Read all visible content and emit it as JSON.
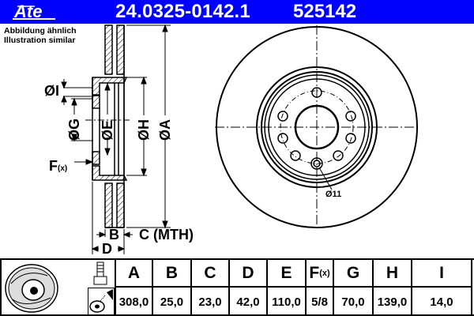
{
  "header": {
    "brand": "Ate",
    "part_number": "24.0325-0142.1",
    "reference_number": "525142",
    "background_color": "#0000ff"
  },
  "caption": {
    "line_de": "Abbildung ähnlich",
    "line_en": "Illustration similar"
  },
  "drawing": {
    "labels": {
      "dia_I": "ØI",
      "dia_G": "ØG",
      "dia_E": "ØE",
      "dia_H": "ØH",
      "dia_A": "ØA",
      "F": "F",
      "F_sub": "(x)",
      "B": "B",
      "C": "C (MTH)",
      "D": "D",
      "hole_dia": "Ø11"
    }
  },
  "table": {
    "columns": [
      {
        "key": "A",
        "label": "A",
        "value": "308,0"
      },
      {
        "key": "B",
        "label": "B",
        "value": "25,0"
      },
      {
        "key": "C",
        "label": "C",
        "value": "23,0"
      },
      {
        "key": "D",
        "label": "D",
        "value": "42,0"
      },
      {
        "key": "E",
        "label": "E",
        "value": "110,0"
      },
      {
        "key": "F",
        "label": "F",
        "sub": "(x)",
        "value": "5/8"
      },
      {
        "key": "G",
        "label": "G",
        "value": "70,0"
      },
      {
        "key": "H",
        "label": "H",
        "value": "139,0"
      },
      {
        "key": "I",
        "label": "I",
        "value": "14,0"
      }
    ],
    "icons": [
      "brake-disc-thumbnail-icon",
      "bolt-icon",
      "spray-cleaning-icon"
    ]
  }
}
